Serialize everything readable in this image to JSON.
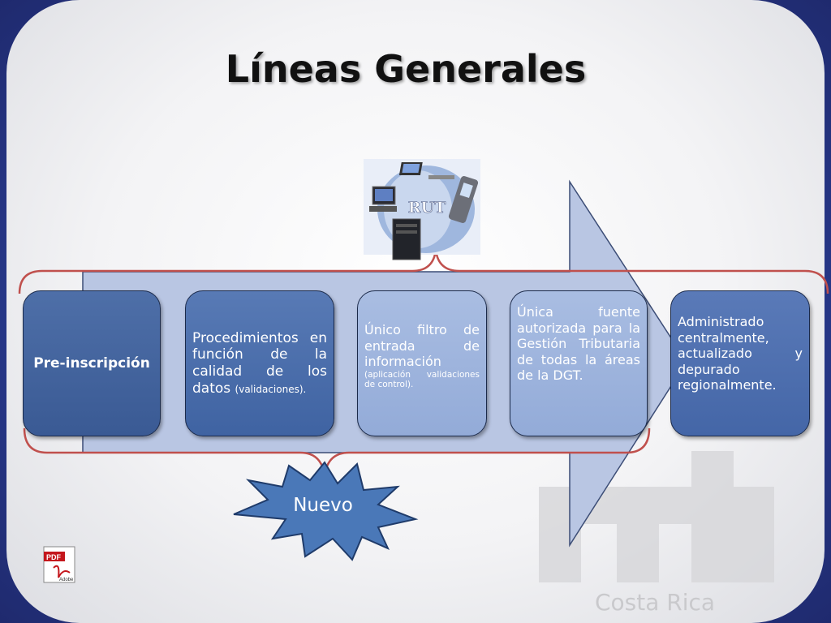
{
  "title": "Líneas Generales",
  "rut_label": "RUT",
  "boxes": [
    {
      "text": "Pre-inscripción"
    },
    {
      "text": "Procedimientos en función de la calidad de los datos ",
      "note": "(validaciones)."
    },
    {
      "text": "Único filtro de entrada de información",
      "note": "(aplicación validaciones de control)."
    },
    {
      "text": "Única fuente autorizada para la Gestión Tributaria de todas la áreas de la DGT."
    },
    {
      "text": "Administrado centralmente, actualizado y depurado regionalmente."
    }
  ],
  "badge": "Nuevo",
  "watermark": "Costa Rica",
  "pdf_icon": {
    "label": "PDF",
    "vendor": "Adobe"
  },
  "colors": {
    "arrow": "#b9c6e3",
    "bracket": "#c0504d",
    "star": "#4a78b8",
    "frame": "#2b3d8f"
  }
}
